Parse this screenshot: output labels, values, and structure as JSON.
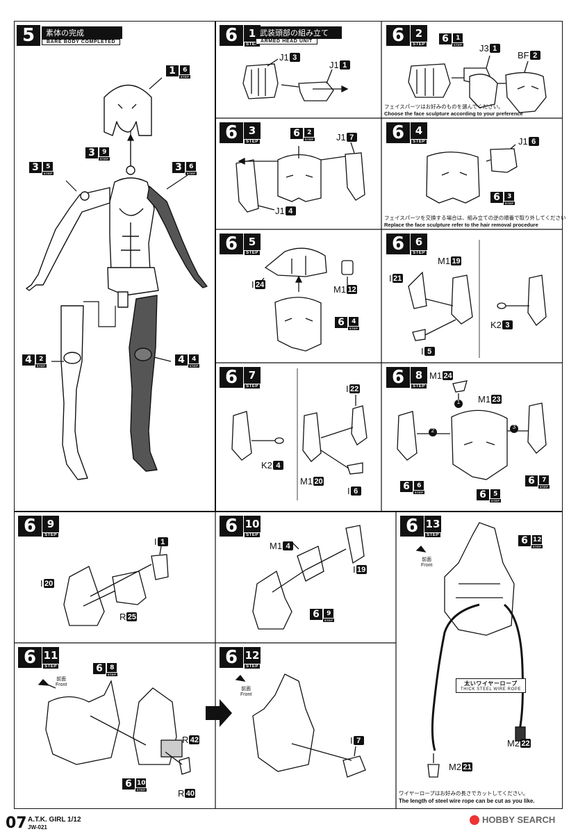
{
  "page": {
    "number": "07",
    "product": "A.T.K. GIRL 1/12",
    "code": "JW-021",
    "watermark": "HOBBY SEARCH"
  },
  "step5": {
    "num": "5",
    "title_jp": "素体の完成",
    "title_en": "BARE BODY COMPLETED",
    "refs": [
      {
        "num": "1",
        "sub": "6"
      },
      {
        "num": "3",
        "sub": "9"
      },
      {
        "num": "3",
        "sub": "5"
      },
      {
        "num": "3",
        "sub": "6"
      },
      {
        "num": "4",
        "sub": "2"
      },
      {
        "num": "4",
        "sub": "4"
      }
    ]
  },
  "step_label": "STEP",
  "s61": {
    "num": "6",
    "sub": "1",
    "title_jp": "武装頭部の組み立て",
    "title_en": "ARMED HEAD UNIT",
    "parts": [
      {
        "p": "J1",
        "n": "3"
      },
      {
        "p": "J1",
        "n": "1"
      }
    ]
  },
  "s62": {
    "num": "6",
    "sub": "2",
    "ref": {
      "num": "6",
      "sub": "1"
    },
    "parts": [
      {
        "p": "J3",
        "n": "1"
      },
      {
        "p": "BF",
        "n": "2"
      }
    ],
    "note_jp": "フェイスパーツはお好みのものを選んでください。",
    "note_en": "Choose the face sculpture according to your preference"
  },
  "s63": {
    "num": "6",
    "sub": "3",
    "ref": {
      "num": "6",
      "sub": "2"
    },
    "parts": [
      {
        "p": "J1",
        "n": "7"
      },
      {
        "p": "J1",
        "n": "4"
      }
    ]
  },
  "s64": {
    "num": "6",
    "sub": "4",
    "ref": {
      "num": "6",
      "sub": "3"
    },
    "parts": [
      {
        "p": "J1",
        "n": "6"
      }
    ],
    "note_jp": "フェイスパーツを交換する場合は、組み立ての逆の順番で取り外してください",
    "note_en": "Replace the face sculpture refer to the hair removal procedure"
  },
  "s65": {
    "num": "6",
    "sub": "5",
    "ref": {
      "num": "6",
      "sub": "4"
    },
    "parts": [
      {
        "p": "I",
        "n": "24"
      },
      {
        "p": "M1",
        "n": "12"
      }
    ]
  },
  "s66": {
    "num": "6",
    "sub": "6",
    "parts": [
      {
        "p": "M1",
        "n": "19"
      },
      {
        "p": "I",
        "n": "21"
      },
      {
        "p": "K2",
        "n": "3"
      },
      {
        "p": "I",
        "n": "5"
      }
    ]
  },
  "s67": {
    "num": "6",
    "sub": "7",
    "parts": [
      {
        "p": "I",
        "n": "22"
      },
      {
        "p": "K2",
        "n": "4"
      },
      {
        "p": "M1",
        "n": "20"
      },
      {
        "p": "I",
        "n": "6"
      }
    ]
  },
  "s68": {
    "num": "6",
    "sub": "8",
    "parts": [
      {
        "p": "M1",
        "n": "24"
      },
      {
        "p": "M1",
        "n": "23"
      }
    ],
    "order": [
      "1",
      "2",
      "3"
    ],
    "refs": [
      {
        "num": "6",
        "sub": "6"
      },
      {
        "num": "6",
        "sub": "5"
      },
      {
        "num": "6",
        "sub": "7"
      }
    ]
  },
  "s69": {
    "num": "6",
    "sub": "9",
    "parts": [
      {
        "p": "I",
        "n": "1"
      },
      {
        "p": "I",
        "n": "20"
      },
      {
        "p": "R",
        "n": "25"
      }
    ]
  },
  "s610": {
    "num": "6",
    "sub": "10",
    "ref": {
      "num": "6",
      "sub": "9"
    },
    "parts": [
      {
        "p": "M1",
        "n": "4"
      },
      {
        "p": "I",
        "n": "19"
      }
    ]
  },
  "s611": {
    "num": "6",
    "sub": "11",
    "ref_top": {
      "num": "6",
      "sub": "8"
    },
    "ref_bottom": {
      "num": "6",
      "sub": "10"
    },
    "front_jp": "前面",
    "front_en": "Front",
    "parts": [
      {
        "p": "R",
        "n": "42"
      },
      {
        "p": "R",
        "n": "40"
      }
    ]
  },
  "s612": {
    "num": "6",
    "sub": "12",
    "front_jp": "前面",
    "front_en": "Front",
    "parts": [
      {
        "p": "I",
        "n": "7"
      }
    ]
  },
  "s613": {
    "num": "6",
    "sub": "13",
    "ref": {
      "num": "6",
      "sub": "12"
    },
    "front_jp": "前面",
    "front_en": "Front",
    "rope_jp": "太いワイヤーロープ",
    "rope_en": "THICK STEEL WIRE ROPE",
    "parts": [
      {
        "p": "M2",
        "n": "22"
      },
      {
        "p": "M2",
        "n": "21"
      }
    ],
    "note_jp": "ワイヤーロープはお好みの長さでカットしてください。",
    "note_en": "The length of steel wire rope can be cut as you like."
  }
}
